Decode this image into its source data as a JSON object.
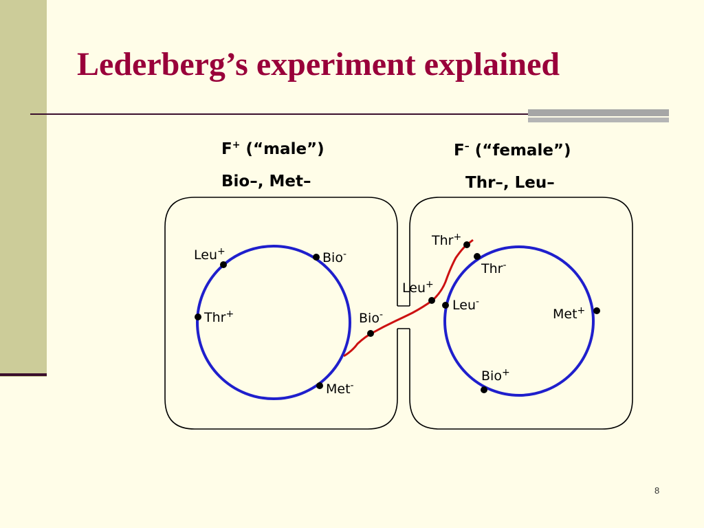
{
  "slide": {
    "title": "Lederberg’s experiment explained",
    "page_number": "8"
  },
  "diagram": {
    "male_cell": {
      "header_line1_base": "F",
      "header_line1_sup": "+",
      "header_line1_rest": " (“male”)",
      "header_line2": "Bio–, Met–",
      "markers": [
        {
          "name": "Leu",
          "sup": "+"
        },
        {
          "name": "Bio",
          "sup": "-"
        },
        {
          "name": "Thr",
          "sup": "+"
        },
        {
          "name": "Met",
          "sup": "-"
        }
      ]
    },
    "female_cell": {
      "header_line1_base": "F",
      "header_line1_sup": "–",
      "header_line1_rest": " (“female”)",
      "header_line2": "Thr–, Leu–",
      "markers": [
        {
          "name": "Thr",
          "sup": "-"
        },
        {
          "name": "Leu",
          "sup": "-"
        },
        {
          "name": "Met",
          "sup": "+"
        },
        {
          "name": "Bio",
          "sup": "+"
        }
      ]
    },
    "transferred_dna": {
      "markers": [
        {
          "name": "Bio",
          "sup": "-"
        },
        {
          "name": "Leu",
          "sup": "+"
        },
        {
          "name": "Thr",
          "sup": "+"
        }
      ]
    },
    "colors": {
      "chromosome": "#1F1FCC",
      "transfer_strand": "#CC1111",
      "title": "#99003A",
      "sidebar": "#CCCC99",
      "background": "#FFFDE8"
    }
  }
}
